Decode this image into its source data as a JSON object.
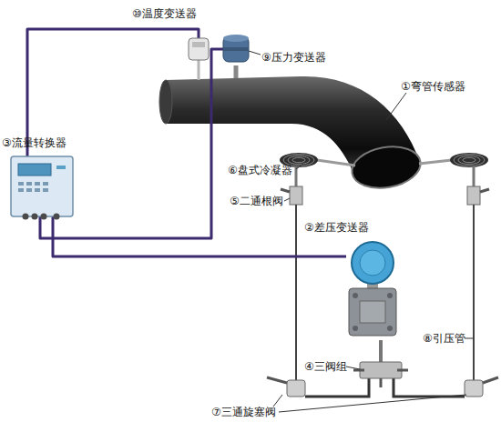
{
  "diagram": {
    "nodes": [
      {
        "text": [
          "③流量转换器"
        ]
      },
      {
        "text": [
          "⑩温度变送器"
        ]
      },
      {
        "text": [
          "⑨压力变送器"
        ]
      },
      {
        "text": [
          "②差压变送器"
        ]
      }
    ],
    "edges": [
      {
        "from": 0,
        "to": 1,
        "arrow": "none"
      },
      {
        "from": 0,
        "to": 2,
        "arrow": "none"
      },
      {
        "from": 0,
        "to": 3,
        "arrow": "none"
      }
    ],
    "labels": [
      "①弯管传感器",
      "⑥盘式冷凝器",
      "⑤二通根阀",
      "⑧引压管",
      "④三阀组",
      "⑦三通旋塞阀"
    ]
  }
}
